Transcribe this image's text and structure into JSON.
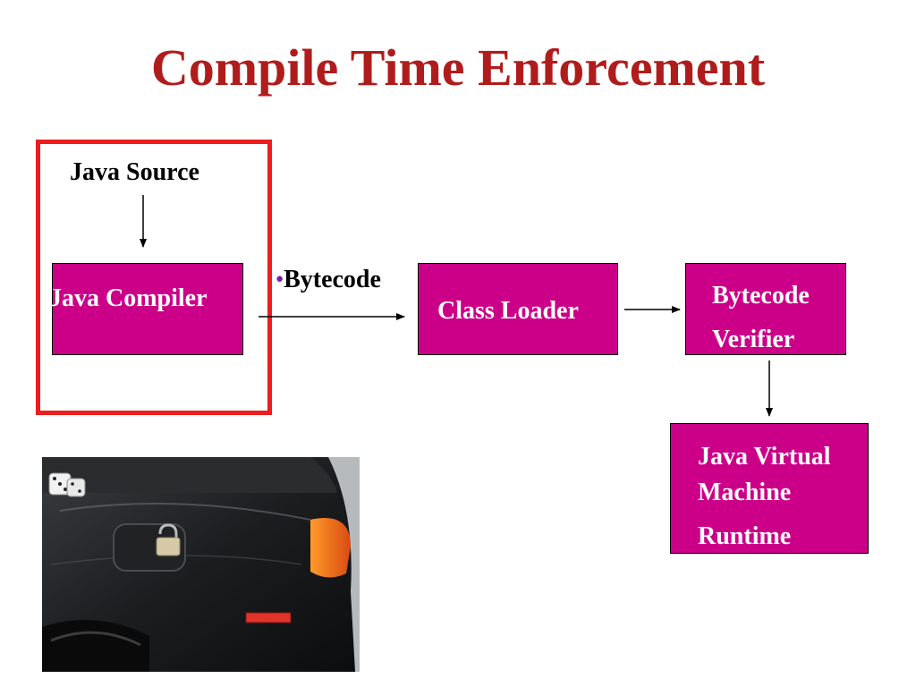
{
  "slide": {
    "title": "Compile Time Enforcement",
    "colors": {
      "title": "#b01c1c",
      "box_fill": "#cc0088",
      "highlight": "#ee1c1c",
      "bullet": "#7a1fa2"
    }
  },
  "diagram": {
    "source_label": "Java Source",
    "bytecode_label": "Bytecode",
    "bullet_icon": "bullet-dot",
    "compiler": {
      "label": "Java Compiler"
    },
    "class_loader": {
      "label": "Class Loader"
    },
    "verifier": {
      "line1": "Bytecode",
      "line2": "Verifier"
    },
    "jvm": {
      "line1": "Java Virtual",
      "line2": "Machine",
      "line3": "Runtime"
    }
  },
  "photo": {
    "subject_icon": "car-fuel-door-padlock-icon"
  }
}
